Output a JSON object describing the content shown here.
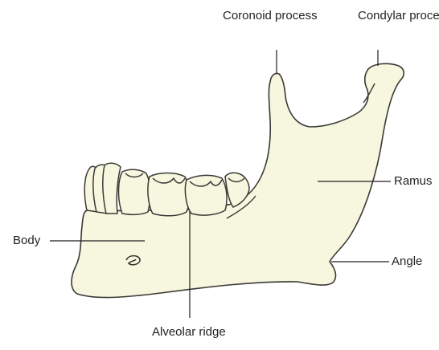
{
  "labels": {
    "coronoid": [
      "Coronoid",
      "process"
    ],
    "condylar": [
      "Condylar",
      "process"
    ],
    "ramus": "Ramus",
    "body": "Body",
    "angle": "Angle",
    "alveolar": "Alveolar ridge"
  },
  "colors": {
    "bone_fill": "#f7f6df",
    "bone_stroke": "#3a3a36",
    "leader_line": "#231f20",
    "text": "#231f20"
  }
}
